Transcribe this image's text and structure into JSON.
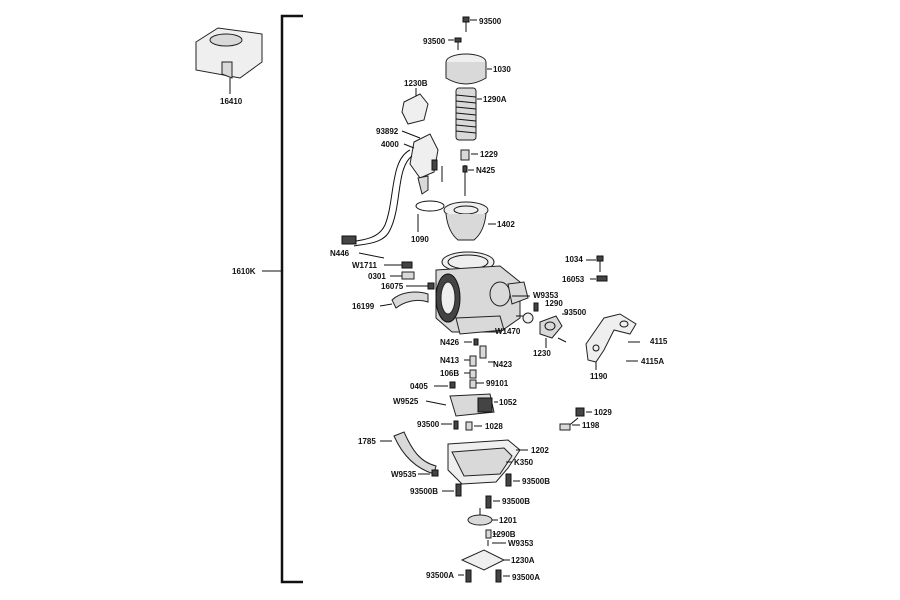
{
  "assembly_label": "1610K",
  "parts": [
    {
      "id": "p-16410",
      "label": "16410"
    },
    {
      "id": "p-93500-top",
      "label": "93500"
    },
    {
      "id": "p-93500-b",
      "label": "93500"
    },
    {
      "id": "p-1030",
      "label": "1030"
    },
    {
      "id": "p-1290A",
      "label": "1290A"
    },
    {
      "id": "p-1229",
      "label": "1229"
    },
    {
      "id": "p-N425",
      "label": "N425"
    },
    {
      "id": "p-1230B",
      "label": "1230B"
    },
    {
      "id": "p-93892",
      "label": "93892"
    },
    {
      "id": "p-4000",
      "label": "4000"
    },
    {
      "id": "p-1090",
      "label": "1090"
    },
    {
      "id": "p-1402",
      "label": "1402"
    },
    {
      "id": "p-N446",
      "label": "N446"
    },
    {
      "id": "p-W1711",
      "label": "W1711"
    },
    {
      "id": "p-0301",
      "label": "0301"
    },
    {
      "id": "p-16075",
      "label": "16075"
    },
    {
      "id": "p-16199",
      "label": "16199"
    },
    {
      "id": "p-1034",
      "label": "1034"
    },
    {
      "id": "p-16053",
      "label": "16053"
    },
    {
      "id": "p-W9353-a",
      "label": "W9353"
    },
    {
      "id": "p-1290",
      "label": "1290"
    },
    {
      "id": "p-93500-c",
      "label": "93500"
    },
    {
      "id": "p-W1470",
      "label": "W1470"
    },
    {
      "id": "p-1230",
      "label": "1230"
    },
    {
      "id": "p-4115",
      "label": "4115"
    },
    {
      "id": "p-4115A",
      "label": "4115A"
    },
    {
      "id": "p-1190",
      "label": "1190"
    },
    {
      "id": "p-N426",
      "label": "N426"
    },
    {
      "id": "p-N413",
      "label": "N413"
    },
    {
      "id": "p-N423",
      "label": "N423"
    },
    {
      "id": "p-106B",
      "label": "106B"
    },
    {
      "id": "p-0405",
      "label": "0405"
    },
    {
      "id": "p-99101",
      "label": "99101"
    },
    {
      "id": "p-W9525",
      "label": "W9525"
    },
    {
      "id": "p-1052",
      "label": "1052"
    },
    {
      "id": "p-1029",
      "label": "1029"
    },
    {
      "id": "p-1198",
      "label": "1198"
    },
    {
      "id": "p-93500-d",
      "label": "93500"
    },
    {
      "id": "p-1028",
      "label": "1028"
    },
    {
      "id": "p-1785",
      "label": "1785"
    },
    {
      "id": "p-1202",
      "label": "1202"
    },
    {
      "id": "p-K350",
      "label": "K350"
    },
    {
      "id": "p-W9535",
      "label": "W9535"
    },
    {
      "id": "p-93500B-a",
      "label": "93500B"
    },
    {
      "id": "p-93500B-b",
      "label": "93500B"
    },
    {
      "id": "p-93500B-c",
      "label": "93500B"
    },
    {
      "id": "p-1201",
      "label": "1201"
    },
    {
      "id": "p-1290B",
      "label": "1290B"
    },
    {
      "id": "p-W9353-b",
      "label": "W9353"
    },
    {
      "id": "p-1230A",
      "label": "1230A"
    },
    {
      "id": "p-93500A-a",
      "label": "93500A"
    },
    {
      "id": "p-93500A-b",
      "label": "93500A"
    }
  ]
}
